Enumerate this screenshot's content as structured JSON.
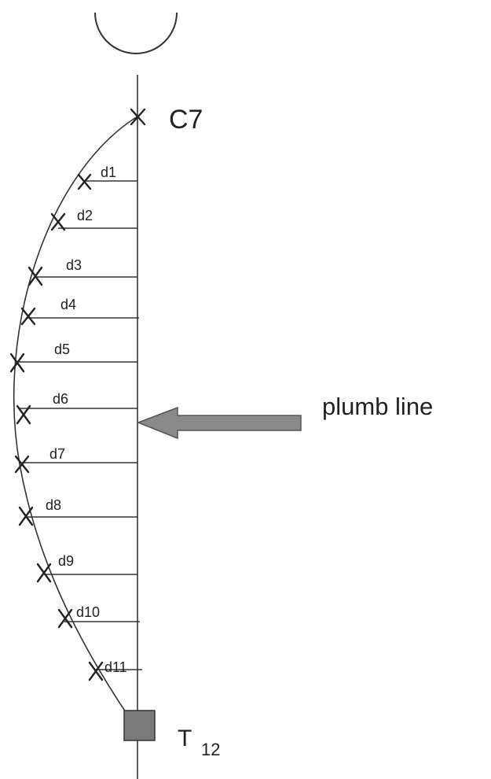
{
  "labels": {
    "top": "C7",
    "bottom_main": "T",
    "bottom_sub": "12",
    "arrow": "plumb line"
  },
  "distances": [
    "d1",
    "d2",
    "d3",
    "d4",
    "d5",
    "d6",
    "d7",
    "d8",
    "d9",
    "d10",
    "d11"
  ],
  "colors": {
    "line": "#333333",
    "arrow": "#8a8a8a",
    "marker": "#7a7a7a"
  }
}
